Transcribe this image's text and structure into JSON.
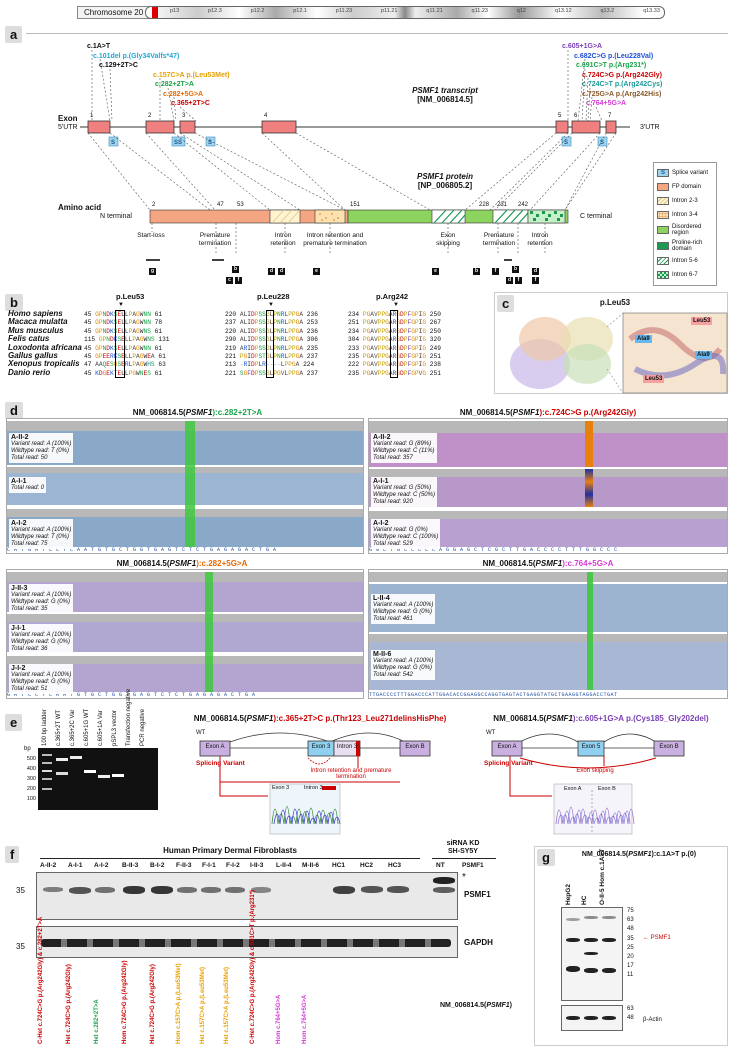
{
  "panel_a": {
    "letter": "a",
    "chromosome": "Chromosome 20",
    "bands": [
      "p13",
      "p12.3",
      "p12.2",
      "p12.1",
      "p11.23",
      "p11.21",
      "q11.21",
      "q11.23",
      "q12",
      "q13.12",
      "q13.2",
      "q13.33"
    ],
    "transcript_title": "PSMF1 transcript",
    "transcript_id": "[NM_006814.5]",
    "protein_title": "PSMF1 protein",
    "protein_id": "[NP_006805.2]",
    "exon_label": "Exon",
    "utr5": "5'UTR",
    "utr3": "3'UTR",
    "aa_label": "Amino acid",
    "n_terminal": "N terminal",
    "c_terminal": "C terminal",
    "exon_numbers": [
      "1",
      "2",
      "3",
      "4",
      "5",
      "6",
      "7"
    ],
    "aa_positions": [
      "2",
      "47",
      "53",
      "151",
      "228",
      "231",
      "242"
    ],
    "variants_left": [
      {
        "text": "c.1A>T",
        "color": "#000000"
      },
      {
        "text": "c.101del p.(Gly34Valfs*47)",
        "color": "#1fa7d6"
      },
      {
        "text": "c.129+2T>C",
        "color": "#000000"
      },
      {
        "text": "c.157C>A p.(Leu53Met)",
        "color": "#e8a000"
      },
      {
        "text": "c.282+2T>A",
        "color": "#1aa34a"
      },
      {
        "text": "c.282+5G>A",
        "color": "#e86a00"
      },
      {
        "text": "c.365+2T>C",
        "color": "#cc0000"
      }
    ],
    "variants_right": [
      {
        "text": "c.605+1G>A",
        "color": "#7b3fb5"
      },
      {
        "text": "c.682C>G p.(Leu228Val)",
        "color": "#1f4fd6"
      },
      {
        "text": "c.691C>T p.(Arg231*)",
        "color": "#1aa34a"
      },
      {
        "text": "c.724C>G p.(Arg242Gly)",
        "color": "#cc0000"
      },
      {
        "text": "c.724C>T p.(Arg242Cys)",
        "color": "#1a9a9a"
      },
      {
        "text": "c.725G>A p.(Arg242His)",
        "color": "#8a5a2a"
      },
      {
        "text": "c.764+5G>A",
        "color": "#d63ad6"
      }
    ],
    "effects": [
      "Start-loss",
      "Premature termination",
      "Intron retention",
      "Intron retention and premature termination",
      "Exon skipping",
      "Premature termination",
      "Intron retention"
    ],
    "effect_tags": [
      "g",
      "b",
      "c",
      "f",
      "d",
      "d",
      "e",
      "e",
      "b",
      "f",
      "b",
      "d",
      "f",
      "d",
      "f"
    ],
    "legend": [
      {
        "label": "Splice variant",
        "key": "S",
        "color": "#9fd3f0"
      },
      {
        "label": "FP domain",
        "color": "#f4a582"
      },
      {
        "label": "Intron 2-3",
        "color": "#fff3d0",
        "hatch": "#d8c890"
      },
      {
        "label": "Intron 3-4",
        "color": "#fde2b0",
        "hatch": "#e0a060"
      },
      {
        "label": "Disordered region",
        "color": "#8dd35f"
      },
      {
        "label": "Proline-rich domain",
        "color": "#1a9a50"
      },
      {
        "label": "Intron 5-6",
        "color": "#ffffff",
        "hatch": "#1a9a50"
      },
      {
        "label": "Intron 6-7",
        "color": "#c8f0c8",
        "hatch": "#1a9a50"
      }
    ],
    "colors": {
      "exon": "#f08080",
      "fp": "#f4a582",
      "disordered": "#8dd35f",
      "proline": "#1a9a50"
    }
  },
  "panel_b": {
    "letter": "b",
    "headers": [
      "p.Leu53",
      "p.Leu228",
      "p.Arg242"
    ],
    "species": [
      "Homo sapiens",
      "Macaca mulatta",
      "Mus musculus",
      "Felis catus",
      "Loxodonta africana",
      "Gallus gallus",
      "Xenopus tropicalis",
      "Danio rerio"
    ],
    "block1": [
      [
        "45",
        "GPNDKSELLPAGWNN",
        "61"
      ],
      [
        "45",
        "GPNDKSELLPAGWNN",
        "78"
      ],
      [
        "45",
        "GPNDKSELLPAGWNS",
        "61"
      ],
      [
        "115",
        "GPNDKSELLPAGWNS",
        "131"
      ],
      [
        "45",
        "GPNDKSELLPAGWNN",
        "61"
      ],
      [
        "45",
        "GPEERKSELLPAGWEA",
        "61"
      ],
      [
        "47",
        "AAQESGSERLPAGWHS",
        "63"
      ],
      [
        "45",
        "KDGEKTELLPGWNES",
        "61"
      ]
    ],
    "block2": [
      [
        "220",
        "ALIDPSSGLPNRLPPGA",
        "236"
      ],
      [
        "237",
        "ALIDPSSGLPNRLPPGA",
        "253"
      ],
      [
        "220",
        "ALIDPSSGLPNRLPPGA",
        "236"
      ],
      [
        "290",
        "ALIDPSSGLPNRLPPGA",
        "306"
      ],
      [
        "219",
        "ARIDPSSGLPNRLPPGA",
        "235"
      ],
      [
        "221",
        "PGIDPSTGLPNRLPPGA",
        "237"
      ],
      [
        "213",
        "-RIDPLR----LPPGA",
        "224"
      ],
      [
        "221",
        "SGFDPSSGLPGVLPPGA",
        "237"
      ]
    ],
    "block3": [
      [
        "234",
        "PGAVPPGARGDPFGPIG",
        "250"
      ],
      [
        "251",
        "PGAVPPGARGDPFGPIG",
        "267"
      ],
      [
        "234",
        "PGAVPPGARGDPFGPIG",
        "250"
      ],
      [
        "304",
        "PGAVPPGARGDPFGPIG",
        "320"
      ],
      [
        "233",
        "PGAVPPGARGDPFGPIG",
        "249"
      ],
      [
        "235",
        "PGAVPPGARGDPFGPIG",
        "251"
      ],
      [
        "222",
        "PGAVPPGARGDPFGPIG",
        "238"
      ],
      [
        "235",
        "PGAVPPGARGDPFGPVG",
        "251"
      ]
    ]
  },
  "panel_c": {
    "letter": "c",
    "title": "p.Leu53",
    "labels": [
      "Leu53",
      "Ala9",
      "Ala9",
      "Leu53"
    ]
  },
  "panel_d": {
    "letter": "d",
    "panels": [
      {
        "transcript": "NM_006814.5(",
        "gene": "PSMF1",
        "variant": "):c.282+2T>A",
        "variant_color": "#1aa34a",
        "tracks": [
          {
            "name": "A-II-2",
            "lines": [
              "Variant read: A (100%)",
              "Wildtype read: T (0%)",
              "Total read: 50"
            ]
          },
          {
            "name": "A-I-1",
            "lines": [
              "Total read: 0"
            ]
          },
          {
            "name": "A-I-2",
            "lines": [
              "Variant read: A (100%)",
              "Wildtype read: T (0%)",
              "Total read: 75"
            ]
          }
        ],
        "seq": "C A T G A T C C T C A A T G T G C T G G T G A G T C T C T G A G A G A C T G A"
      },
      {
        "transcript": "NM_006814.5(",
        "gene": "PSMF1",
        "variant": "):c.724C>G p.(Arg242Gly)",
        "variant_color": "#cc0000",
        "tracks": [
          {
            "name": "A-II-2",
            "lines": [
              "Variant read: G (89%)",
              "Wildtype read: C (11%)",
              "Total read: 357"
            ]
          },
          {
            "name": "A-I-1",
            "lines": [
              "Variant read: G (50%)",
              "Wildtype read: C (50%)",
              "Total read: 920"
            ]
          },
          {
            "name": "A-I-2",
            "lines": [
              "Variant read: G (0%)",
              "Wildtype read: C (100%)",
              "Total read: 529"
            ]
          }
        ],
        "seq": "G G C T G C C C C C A G G A G C T C G C T T G A C C C C T T T G G C C C"
      },
      {
        "transcript": "NM_006814.5(",
        "gene": "PSMF1",
        "variant": "):c.282+5G>A",
        "variant_color": "#e86a00",
        "tracks": [
          {
            "name": "J-II-3",
            "lines": [
              "Variant read: A (100%)",
              "Wildtype read: G (0%)",
              "Total read: 35"
            ]
          },
          {
            "name": "J-I-1",
            "lines": [
              "Variant read: A (100%)",
              "Wildtype read: G (0%)",
              "Total read: 36"
            ]
          },
          {
            "name": "J-I-2",
            "lines": [
              "Variant read: A (100%)",
              "Wildtype read: G (0%)",
              "Total read: 51"
            ]
          }
        ],
        "seq": "G A T C C T C A A T G T G C T G G T G A G T C T C T G A G A G A C T G A"
      },
      {
        "transcript": "NM_006814.5(",
        "gene": "PSMF1",
        "variant": "):c.764+5G>A",
        "variant_color": "#d63ad6",
        "tracks": [
          {
            "name": "L-II-4",
            "lines": [
              "Variant read: A (100%)",
              "Wildtype read: G (0%)",
              "Total read: 461"
            ]
          },
          {
            "name": "M-II-6",
            "lines": [
              "Variant read: A (100%)",
              "Wildtype read: G (0%)",
              "Total read: 542"
            ]
          }
        ],
        "seq": "TTGACCCCTTTGGACCCATTGGACACCGGAGGCCAGGTGAGTACTGAGGTATGCTGAAGGTAGGACCTGAT"
      }
    ]
  },
  "panel_e": {
    "letter": "e",
    "gel_label": "bp",
    "gel_ticks": [
      "500",
      "400",
      "300",
      "200",
      "100"
    ],
    "lanes": [
      "100 bp ladder",
      "c.365+2T WT",
      "c.365+2C Var",
      "c.605+1G WT",
      "c.605+1A Var",
      "pSPL3 vector",
      "Transfection negative",
      "PCR negative"
    ],
    "variant1_prefix": "NM_006814.5(",
    "variant1_gene": "PSMF1",
    "variant1_suffix": "):c.365+2T>C p.(Thr123_Leu271delinsHisPhe",
    "variant1_end": ")",
    "variant1_color": "#cc0000",
    "variant2_prefix": "NM_006814.5(",
    "variant2_gene": "PSMF1",
    "variant2_suffix": "):c.605+1G>A p.(Cys185_Gly202del",
    "variant2_end": ")",
    "variant2_color": "#7b3fb5",
    "wt": "WT",
    "exonA": "Exon A",
    "exonB": "Exon B",
    "exon3": "Exon 3",
    "intron3": "Intron 3",
    "exon5": "Exon 5",
    "splicing_variant": "Splicing Variant",
    "outcome1": "Intron retention and premature termination",
    "outcome2": "Exon skipping",
    "chrom1_labels": [
      "Exon 3",
      "Intron 3"
    ],
    "chrom2_labels": [
      "Exon A",
      "Exon B"
    ]
  },
  "panel_f": {
    "letter": "f",
    "title": "Human Primary Dermal Fibroblasts",
    "kd_title": "siRNA KD",
    "kd_sub": "SH-SY5Y",
    "lanes": [
      "A-II-2",
      "A-I-1",
      "A-I-2",
      "B-II-3",
      "B-I-2",
      "F-II-3",
      "F-I-1",
      "F-I-2",
      "I-II-3",
      "L-II-4",
      "M-II-6",
      "HC1",
      "HC2",
      "HC3",
      "NT",
      "PSMF1"
    ],
    "marker": "35",
    "marker2": "35",
    "labels": [
      "PSMF1",
      "GAPDH"
    ],
    "asterisk": "*",
    "genotypes": [
      {
        "text": "C-Het c.724C>G p.(Arg242Gly) & c.282+2T>A",
        "color": "#cc0000"
      },
      {
        "text": "Het c.724C>G p.(Arg242Gly)",
        "color": "#cc0000"
      },
      {
        "text": "Het c.282+2T>A",
        "color": "#1aa34a"
      },
      {
        "text": "Hom c.724C>G p.(Arg242Gly)",
        "color": "#cc0000"
      },
      {
        "text": "Het c.724C>G p.(Arg242Gly)",
        "color": "#cc0000"
      },
      {
        "text": "Hom c.157C>A p.(Leu53Met)",
        "color": "#e8a000"
      },
      {
        "text": "Het c.157C>A p.(Leu53Met)",
        "color": "#e8a000"
      },
      {
        "text": "Het c.157C>A p.(Leu53Met)",
        "color": "#e8a000"
      },
      {
        "text": "C-Het c.724C>G p.(Arg242Gly) & c.691C>T p.(Arg231*)",
        "color": "#cc0000"
      },
      {
        "text": "Hom c.764+5G>A",
        "color": "#d63ad6"
      },
      {
        "text": "Hom c.764+5G>A",
        "color": "#d63ad6"
      }
    ],
    "transcript": "NM_006814.5(",
    "transcript_gene": "PSMF1",
    "transcript_end": ")"
  },
  "panel_g": {
    "letter": "g",
    "title_prefix": "NM_006814.5(",
    "title_gene": "PSMF1",
    "title_suffix": "):c.1A>T p.(0)",
    "lanes": [
      "HepG2",
      "HC",
      "O-II-5 Hom c.1A>T"
    ],
    "markers": [
      "75",
      "63",
      "48",
      "35",
      "25",
      "20",
      "17",
      "11",
      "63",
      "48"
    ],
    "psmf1": "PSMF1",
    "actin": "β-Actin"
  }
}
